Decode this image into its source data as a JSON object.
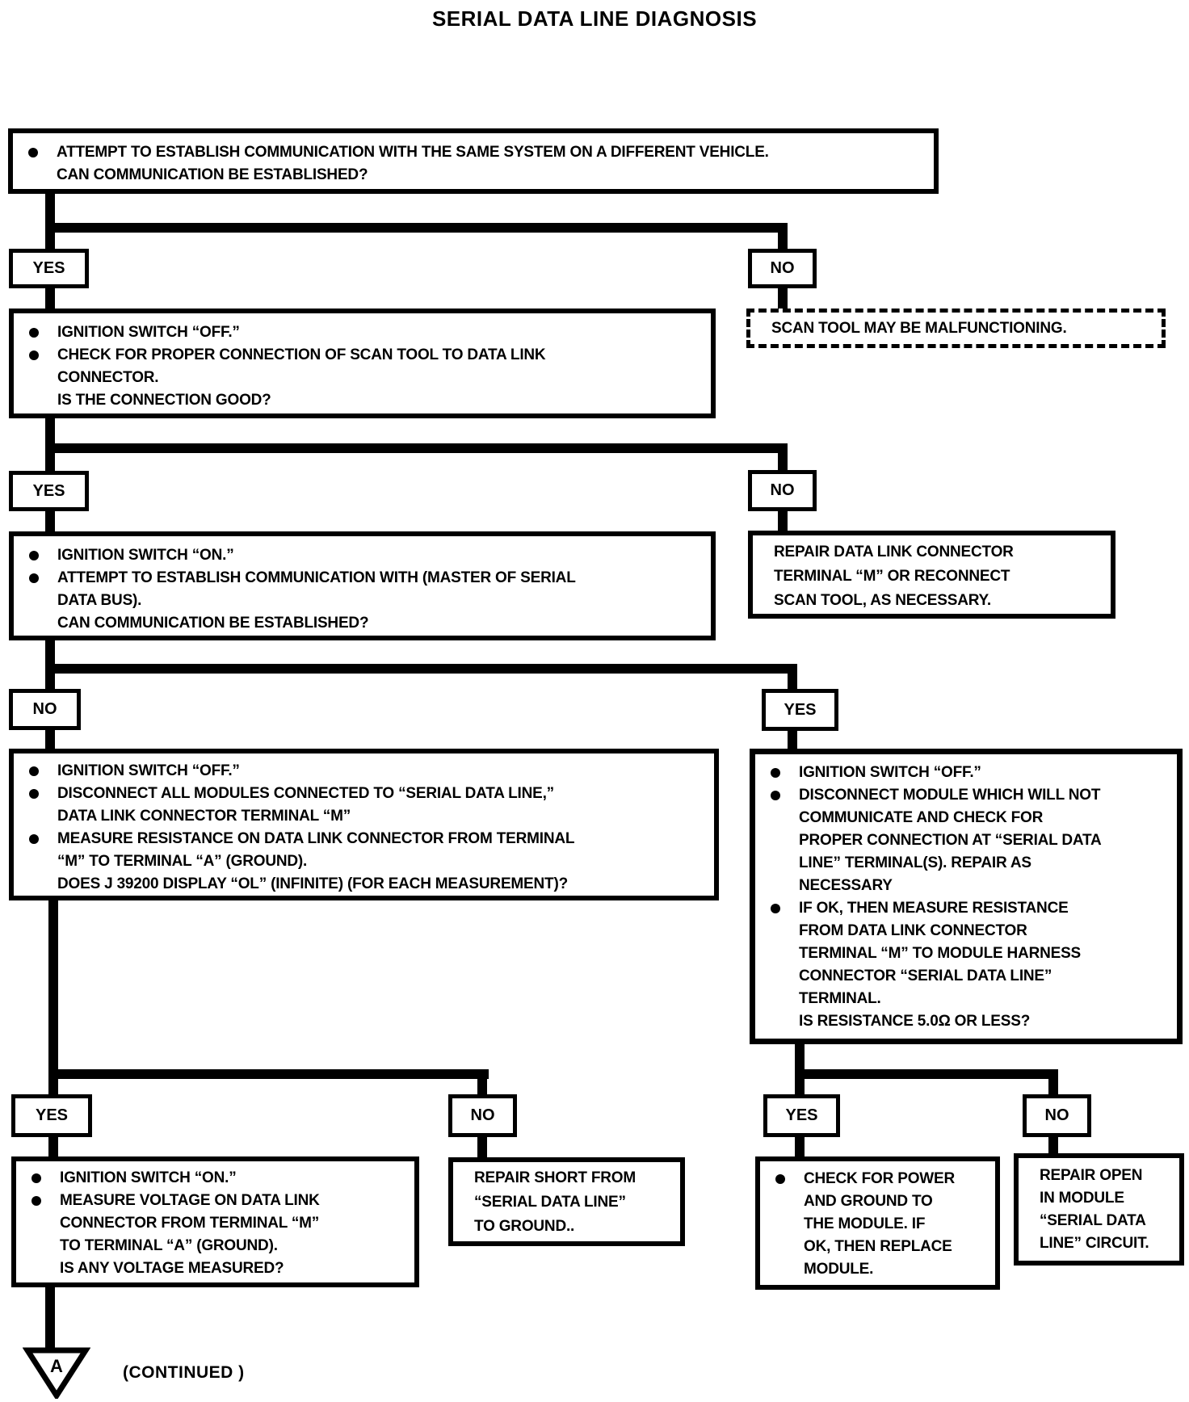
{
  "title": "SERIAL DATA LINE DIAGNOSIS",
  "labels": {
    "yes": "YES",
    "no": "NO",
    "continued": "(CONTINUED )"
  },
  "glyphs": {
    "bullet": "●",
    "connector_label": "A"
  },
  "boxes": {
    "start": {
      "lines": [
        {
          "b": true,
          "t": "ATTEMPT TO ESTABLISH COMMUNICATION WITH THE SAME SYSTEM ON A DIFFERENT VEHICLE."
        },
        {
          "b": false,
          "t": "CAN COMMUNICATION BE ESTABLISHED?"
        }
      ]
    },
    "scan_tool": {
      "lines": [
        {
          "b": false,
          "t": "SCAN TOOL MAY BE MALFUNCTIONING."
        }
      ]
    },
    "check_connection": {
      "lines": [
        {
          "b": true,
          "t": "IGNITION SWITCH “OFF.”"
        },
        {
          "b": true,
          "t": "CHECK FOR PROPER CONNECTION OF SCAN TOOL TO DATA LINK"
        },
        {
          "b": false,
          "t": "CONNECTOR."
        },
        {
          "b": false,
          "t": "IS THE CONNECTION GOOD?"
        }
      ]
    },
    "repair_dlc": {
      "lines": [
        {
          "b": false,
          "t": "REPAIR DATA LINK CONNECTOR"
        },
        {
          "b": false,
          "t": "TERMINAL “M” OR RECONNECT"
        },
        {
          "b": false,
          "t": "SCAN TOOL, AS NECESSARY."
        }
      ]
    },
    "attempt_master": {
      "lines": [
        {
          "b": true,
          "t": "IGNITION SWITCH “ON.”"
        },
        {
          "b": true,
          "t": "ATTEMPT TO ESTABLISH COMMUNICATION WITH (MASTER OF SERIAL"
        },
        {
          "b": false,
          "t": "DATA BUS)."
        },
        {
          "b": false,
          "t": "CAN COMMUNICATION BE ESTABLISHED?"
        }
      ]
    },
    "measure_resistance": {
      "lines": [
        {
          "b": true,
          "t": "IGNITION SWITCH “OFF.”"
        },
        {
          "b": true,
          "t": "DISCONNECT ALL MODULES CONNECTED TO “SERIAL DATA LINE,”"
        },
        {
          "b": false,
          "t": "DATA LINK CONNECTOR TERMINAL “M”"
        },
        {
          "b": true,
          "t": "MEASURE RESISTANCE ON DATA LINK CONNECTOR FROM TERMINAL"
        },
        {
          "b": false,
          "t": "“M” TO TERMINAL “A” (GROUND)."
        },
        {
          "b": false,
          "t": "DOES J 39200 DISPLAY “OL” (INFINITE) (FOR EACH MEASUREMENT)?"
        }
      ]
    },
    "disconnect_module": {
      "lines": [
        {
          "b": true,
          "t": "IGNITION SWITCH “OFF.”"
        },
        {
          "b": true,
          "t": "DISCONNECT MODULE WHICH WILL NOT"
        },
        {
          "b": false,
          "t": "COMMUNICATE AND CHECK FOR"
        },
        {
          "b": false,
          "t": "PROPER CONNECTION AT “SERIAL DATA"
        },
        {
          "b": false,
          "t": "LINE” TERMINAL(S). REPAIR AS"
        },
        {
          "b": false,
          "t": "NECESSARY"
        },
        {
          "b": true,
          "t": "IF OK, THEN MEASURE RESISTANCE"
        },
        {
          "b": false,
          "t": "FROM DATA LINK CONNECTOR"
        },
        {
          "b": false,
          "t": "TERMINAL “M” TO MODULE HARNESS"
        },
        {
          "b": false,
          "t": "CONNECTOR “SERIAL DATA LINE”"
        },
        {
          "b": false,
          "t": "TERMINAL."
        },
        {
          "b": false,
          "t": "IS RESISTANCE 5.0Ω OR LESS?"
        }
      ]
    },
    "measure_voltage": {
      "lines": [
        {
          "b": true,
          "t": "IGNITION SWITCH “ON.”"
        },
        {
          "b": true,
          "t": "MEASURE VOLTAGE ON DATA LINK"
        },
        {
          "b": false,
          "t": "CONNECTOR FROM TERMINAL “M”"
        },
        {
          "b": false,
          "t": "TO TERMINAL “A” (GROUND)."
        },
        {
          "b": false,
          "t": "IS ANY VOLTAGE MEASURED?"
        }
      ]
    },
    "repair_short": {
      "lines": [
        {
          "b": false,
          "t": "REPAIR SHORT FROM"
        },
        {
          "b": false,
          "t": "“SERIAL DATA LINE”"
        },
        {
          "b": false,
          "t": "TO GROUND.."
        }
      ]
    },
    "check_power": {
      "lines": [
        {
          "b": true,
          "t": "CHECK FOR POWER"
        },
        {
          "b": false,
          "t": "AND GROUND TO"
        },
        {
          "b": false,
          "t": "THE MODULE. IF"
        },
        {
          "b": false,
          "t": "OK, THEN REPLACE"
        },
        {
          "b": false,
          "t": "MODULE."
        }
      ]
    },
    "repair_open": {
      "lines": [
        {
          "b": false,
          "t": "REPAIR OPEN"
        },
        {
          "b": false,
          "t": "IN MODULE"
        },
        {
          "b": false,
          "t": "“SERIAL DATA"
        },
        {
          "b": false,
          "t": "LINE” CIRCUIT."
        }
      ]
    }
  }
}
